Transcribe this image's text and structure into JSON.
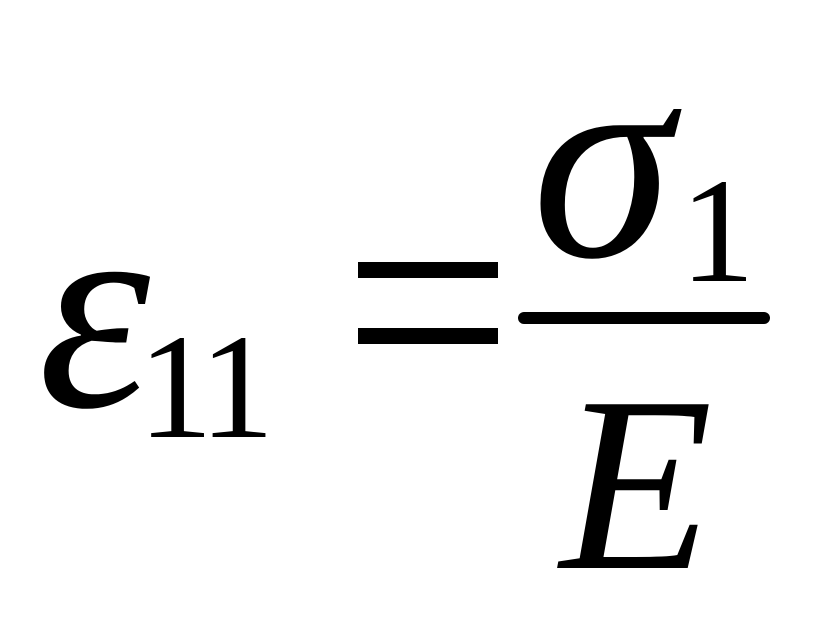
{
  "equation": {
    "lhs": {
      "symbol": "ε",
      "subscript": "11"
    },
    "operator": "=",
    "rhs": {
      "numerator": {
        "symbol": "σ",
        "subscript": "1"
      },
      "denominator": "E"
    }
  }
}
